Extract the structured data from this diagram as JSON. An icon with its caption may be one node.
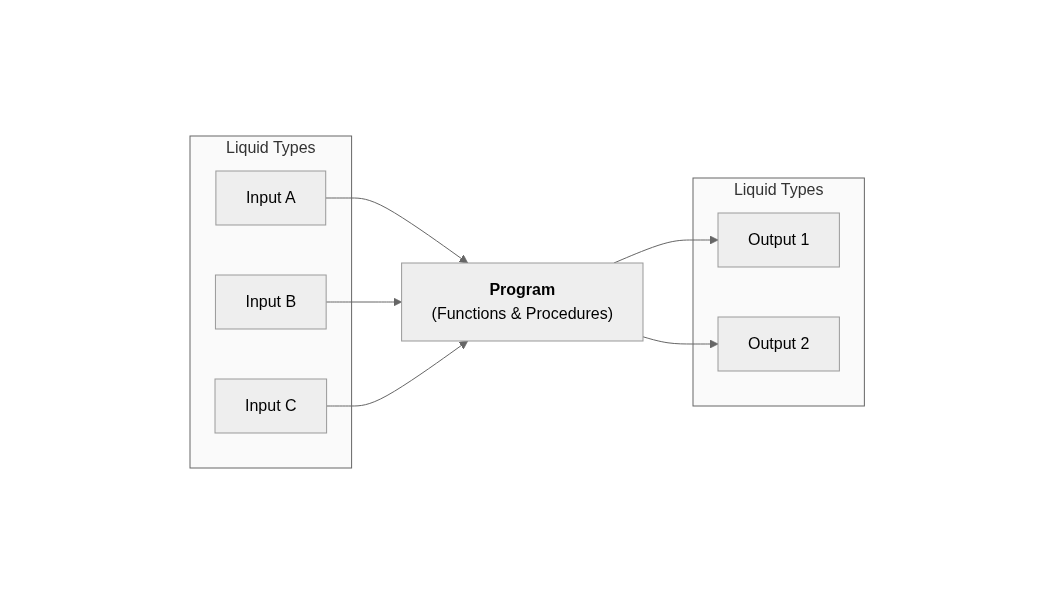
{
  "diagram": {
    "nodes": [
      {
        "text": [
          "Liquid Types"
        ]
      },
      {
        "text": [
          "Input A"
        ],
        "in": 0
      },
      {
        "text": [
          "Input B"
        ],
        "in": 0
      },
      {
        "text": [
          "Input C"
        ],
        "in": 0
      },
      {
        "text": [
          "Program",
          "(Functions & Procedures)"
        ]
      },
      {
        "text": [
          "Liquid Types"
        ]
      },
      {
        "text": [
          "Output 1"
        ],
        "in": 5
      },
      {
        "text": [
          "Output 2"
        ],
        "in": 5
      }
    ],
    "edges": [
      {
        "from": 1,
        "to": 4,
        "arrow": "to"
      },
      {
        "from": 2,
        "to": 4,
        "arrow": "to"
      },
      {
        "from": 3,
        "to": 4,
        "arrow": "to"
      },
      {
        "from": 4,
        "to": 6,
        "arrow": "to"
      },
      {
        "from": 4,
        "to": 7,
        "arrow": "to"
      }
    ]
  }
}
